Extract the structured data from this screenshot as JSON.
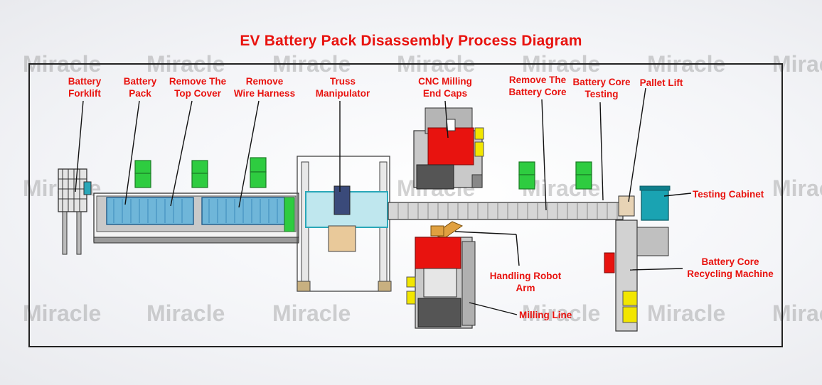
{
  "title": "EV Battery Pack Disassembly Process Diagram",
  "watermark": "Miracle",
  "labels": {
    "forklift": [
      "Battery",
      "Forklift"
    ],
    "pack": [
      "Battery",
      "Pack"
    ],
    "top_cover": [
      "Remove The",
      "Top Cover"
    ],
    "wire_harness": [
      "Remove",
      "Wire Harness"
    ],
    "truss": [
      "Truss",
      "Manipulator"
    ],
    "cnc": [
      "CNC Milling",
      "End Caps"
    ],
    "remove_core": [
      "Remove The",
      "Battery Core"
    ],
    "core_testing": [
      "Battery Core",
      "Testing"
    ],
    "pallet_lift": "Pallet Lift",
    "testing_cabinet": "Testing Cabinet",
    "robot_arm": [
      "Handling Robot",
      "Arm"
    ],
    "recycling": [
      "Battery Core",
      "Recycling Machine"
    ],
    "milling_line": "Milling Line"
  },
  "colors": {
    "label_red": "#e8130f",
    "green_cabinet": "#2ecc40",
    "red_block": "#e8130f",
    "yellow_block": "#f2e600",
    "teal_frame": "#2aa7b8",
    "battery_blue": "#6fb6d9"
  }
}
